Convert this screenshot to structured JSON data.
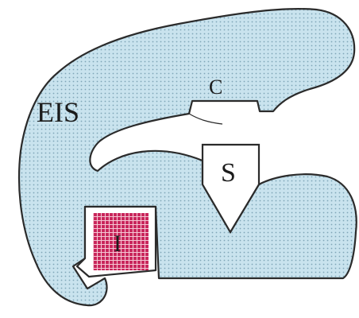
{
  "diagram": {
    "labels": {
      "region": "EIS",
      "channel": "C",
      "substrate": "S",
      "inhibitor": "I"
    },
    "colors": {
      "region_fill": "#c9e3ee",
      "dot": "#7fa6b8",
      "outline": "#2b2b2b",
      "inhibitor_fill": "#c8245a",
      "inhibitor_grid": "#f4c6d3",
      "background": "#ffffff"
    }
  }
}
